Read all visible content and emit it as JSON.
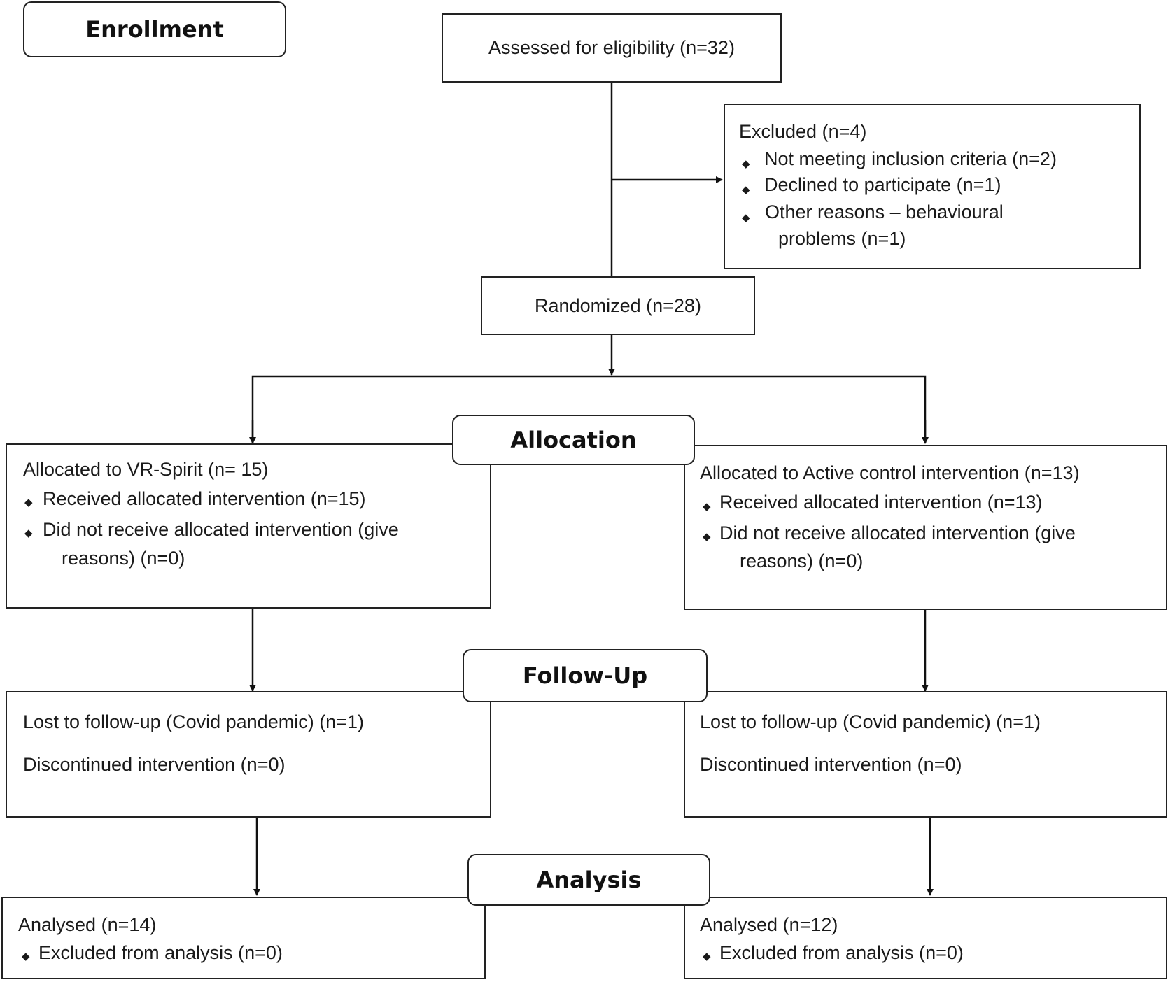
{
  "stages": {
    "enrollment": "Enrollment",
    "allocation": "Allocation",
    "follow_up": "Follow-Up",
    "analysis": "Analysis"
  },
  "assessed": "Assessed for eligibility (n=32)",
  "excluded": {
    "title": "Excluded  (n=4)",
    "items": [
      "Not meeting inclusion criteria (n=2)",
      "Declined to participate (n=1)",
      "Other reasons – behavioural",
      "problems (n=1)"
    ]
  },
  "randomized": "Randomized (n=28)",
  "allocation_left": {
    "title": "Allocated to VR-Spirit (n= 15)",
    "items": [
      "Received allocated intervention (n=15)",
      "Did not receive allocated intervention (give",
      "reasons) (n=0)"
    ]
  },
  "allocation_right": {
    "title": "Allocated to Active control intervention (n=13)",
    "items": [
      "Received allocated intervention (n=13)",
      "Did not receive allocated intervention (give",
      "reasons) (n=0)"
    ]
  },
  "followup_left": {
    "lost": "Lost to follow-up (Covid pandemic) (n=1)",
    "discontinued": "Discontinued intervention (n=0)"
  },
  "followup_right": {
    "lost": "Lost to follow-up (Covid pandemic) (n=1)",
    "discontinued": "Discontinued intervention (n=0)"
  },
  "analysis_left": {
    "title": "Analysed  (n=14)",
    "item": "Excluded from analysis (n=0)"
  },
  "analysis_right": {
    "title": "Analysed  (n=12)",
    "item": "Excluded from analysis (n=0)"
  },
  "bullet_glyph": "◆"
}
